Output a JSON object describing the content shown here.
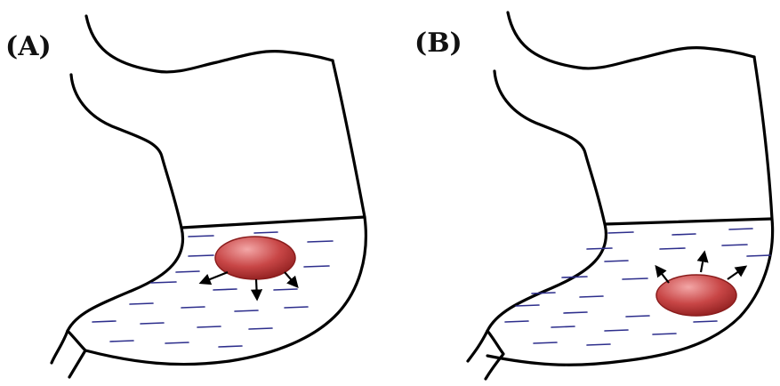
{
  "panels": [
    {
      "id": "A",
      "label": "(A)",
      "particle_position": "center-upper"
    },
    {
      "id": "B",
      "label": "(B)",
      "particle_position": "lower-right"
    }
  ],
  "colors": {
    "outline": "#000000",
    "fluid_dashes": "#2d2e8c",
    "particle_light": "#f0a0a0",
    "particle_mid": "#c84646",
    "particle_dark": "#8e1e1e",
    "background": "#ffffff"
  }
}
